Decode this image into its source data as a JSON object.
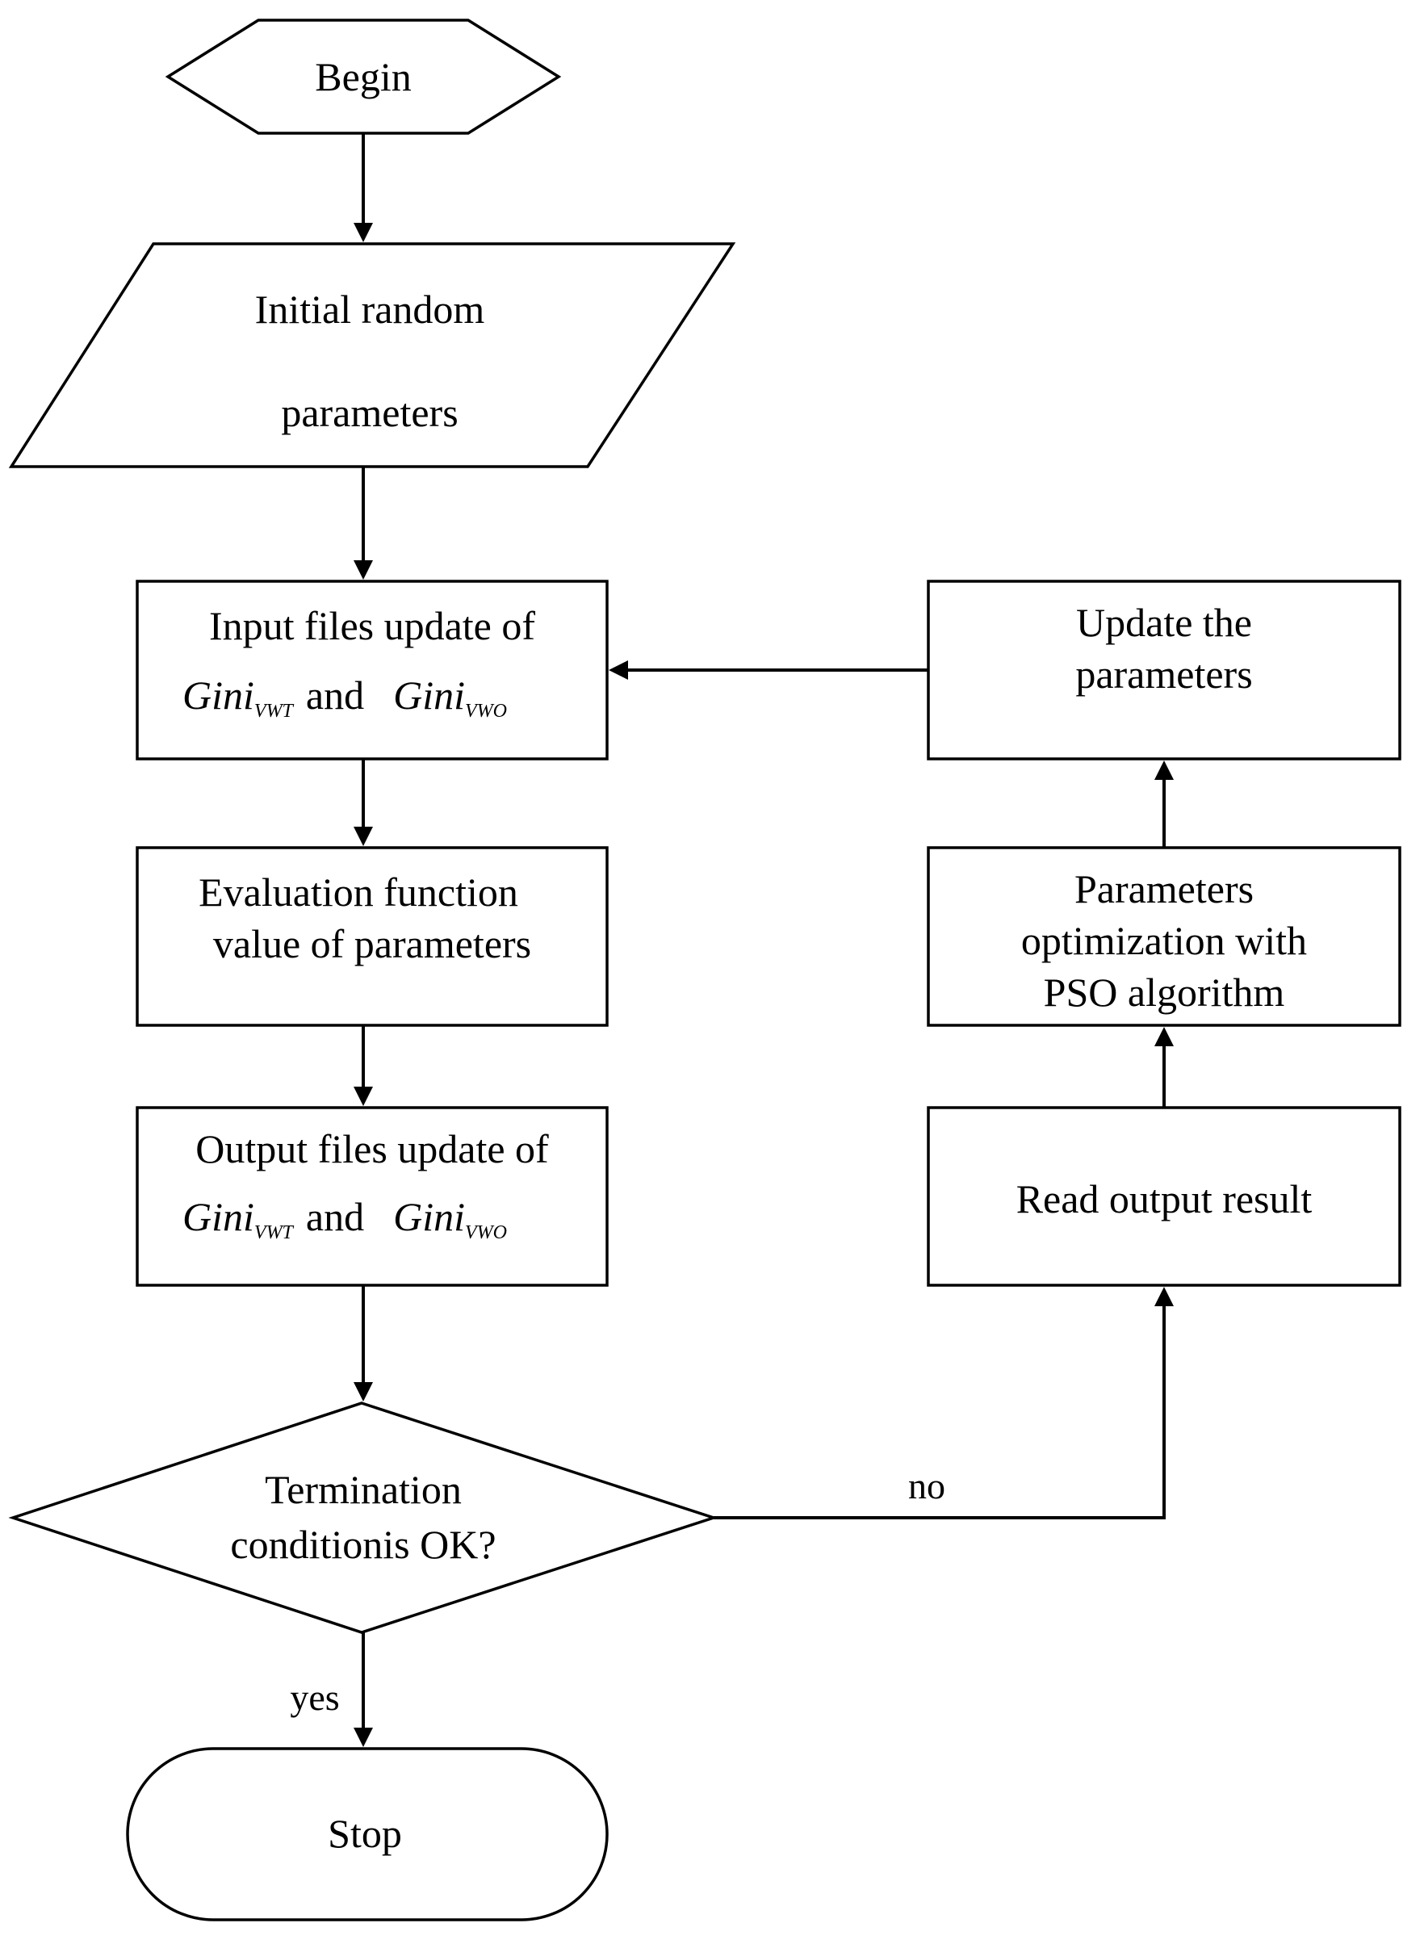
{
  "flowchart": {
    "nodes": {
      "begin": {
        "shape": "hexagon",
        "label": "Begin"
      },
      "init_params": {
        "shape": "parallelogram",
        "lines": [
          "Initial random",
          "parameters"
        ]
      },
      "input_update": {
        "shape": "rectangle",
        "line1": "Input files update of",
        "gini": "Gini",
        "sub_vwt": "VWT",
        "and": "and",
        "sub_vwo": "VWO"
      },
      "evaluation": {
        "shape": "rectangle",
        "lines": [
          "Evaluation function",
          "value of parameters"
        ]
      },
      "output_update": {
        "shape": "rectangle",
        "line1": "Output files update of",
        "gini": "Gini",
        "sub_vwt": "VWT",
        "and": "and",
        "sub_vwo": "VWO"
      },
      "termination": {
        "shape": "diamond",
        "lines": [
          "Termination",
          "conditionis OK?"
        ]
      },
      "stop": {
        "shape": "terminator",
        "label": "Stop"
      },
      "read_output": {
        "shape": "rectangle",
        "label": "Read output result"
      },
      "pso": {
        "shape": "rectangle",
        "lines": [
          "Parameters",
          "optimization with",
          "PSO algorithm"
        ]
      },
      "update_params": {
        "shape": "rectangle",
        "lines": [
          "Update the",
          "parameters"
        ]
      }
    },
    "edges": [
      {
        "from": "begin",
        "to": "init_params"
      },
      {
        "from": "init_params",
        "to": "input_update"
      },
      {
        "from": "input_update",
        "to": "evaluation"
      },
      {
        "from": "evaluation",
        "to": "output_update"
      },
      {
        "from": "output_update",
        "to": "termination"
      },
      {
        "from": "termination",
        "to": "stop",
        "label": "yes"
      },
      {
        "from": "termination",
        "to": "read_output",
        "label": "no"
      },
      {
        "from": "read_output",
        "to": "pso"
      },
      {
        "from": "pso",
        "to": "update_params"
      },
      {
        "from": "update_params",
        "to": "input_update"
      }
    ]
  }
}
